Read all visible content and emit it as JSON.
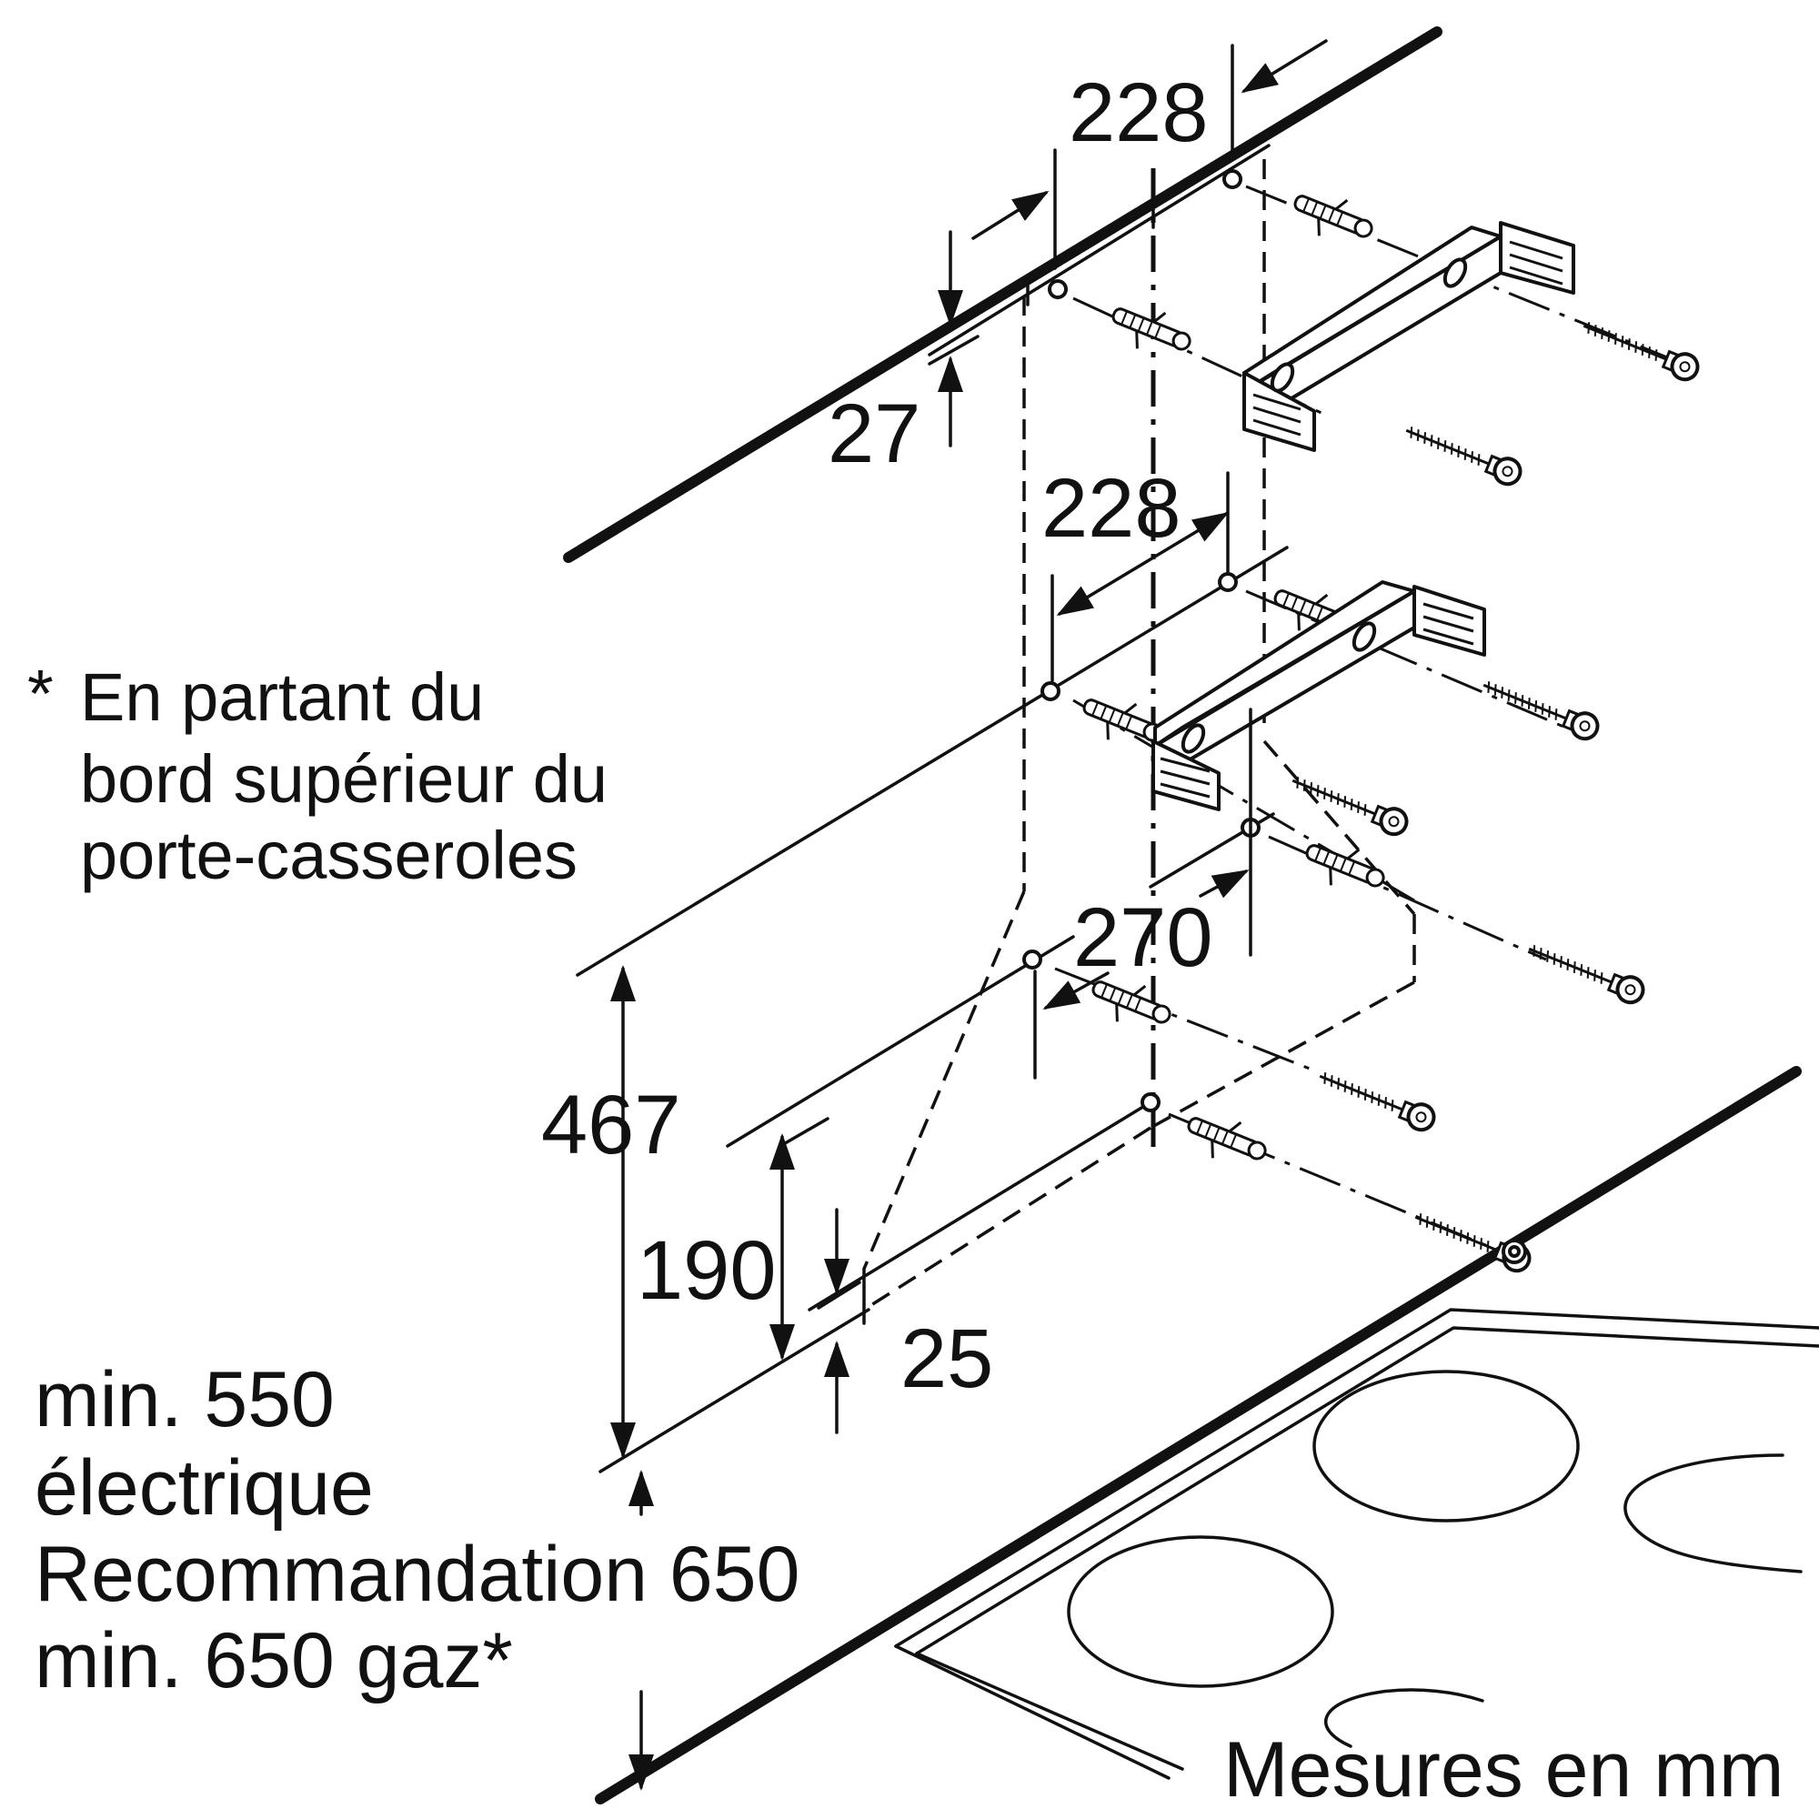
{
  "dimensions": {
    "top_spacing": "228",
    "top_offset": "27",
    "mid_spacing": "228",
    "side_offset": "270",
    "height_467": "467",
    "height_190": "190",
    "bottom_offset": "25"
  },
  "notes": {
    "asterisk": "*",
    "edge_note_line1": "En partant du",
    "edge_note_line2": "bord supérieur du",
    "edge_note_line3": "porte-casseroles",
    "clearance_line1": "min. 550",
    "clearance_line2": "électrique",
    "clearance_line3": "Recommandation 650",
    "clearance_line4": "min. 650 gaz*",
    "units": "Mesures en mm"
  },
  "icons": [
    "wall-plug-icon",
    "screw-icon",
    "bracket-icon",
    "cooktop-icon"
  ]
}
